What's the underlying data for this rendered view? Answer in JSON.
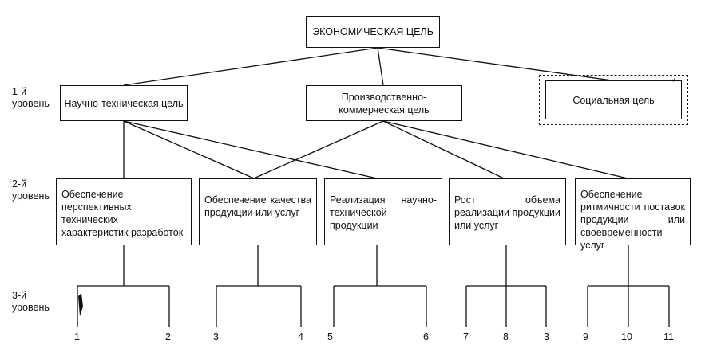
{
  "goal": "ЭКОНОМИЧЕСКАЯ ЦЕЛЬ",
  "levels": [
    {
      "line1": "1-й",
      "line2": "уровень"
    },
    {
      "line1": "2-й",
      "line2": "уровень"
    },
    {
      "line1": "3-й",
      "line2": "уровень"
    }
  ],
  "level1": [
    "Научно-техническая цель",
    "Производственно-коммерческая цель",
    "Социальная цель"
  ],
  "star": "*",
  "level2": [
    "Обеспечение перспективных технических характеристик разработок",
    "Обеспечение качества продукции или услуг",
    "Реализация научно-технической продукции",
    "Рост объема реализации продукции или услуг",
    "Обеспечение ритмичности поставок продукции или своевременности услуг"
  ],
  "leaves": [
    "1",
    "2",
    "3",
    "4",
    "5",
    "6",
    "7",
    "8",
    "3",
    "9",
    "10",
    "11"
  ]
}
